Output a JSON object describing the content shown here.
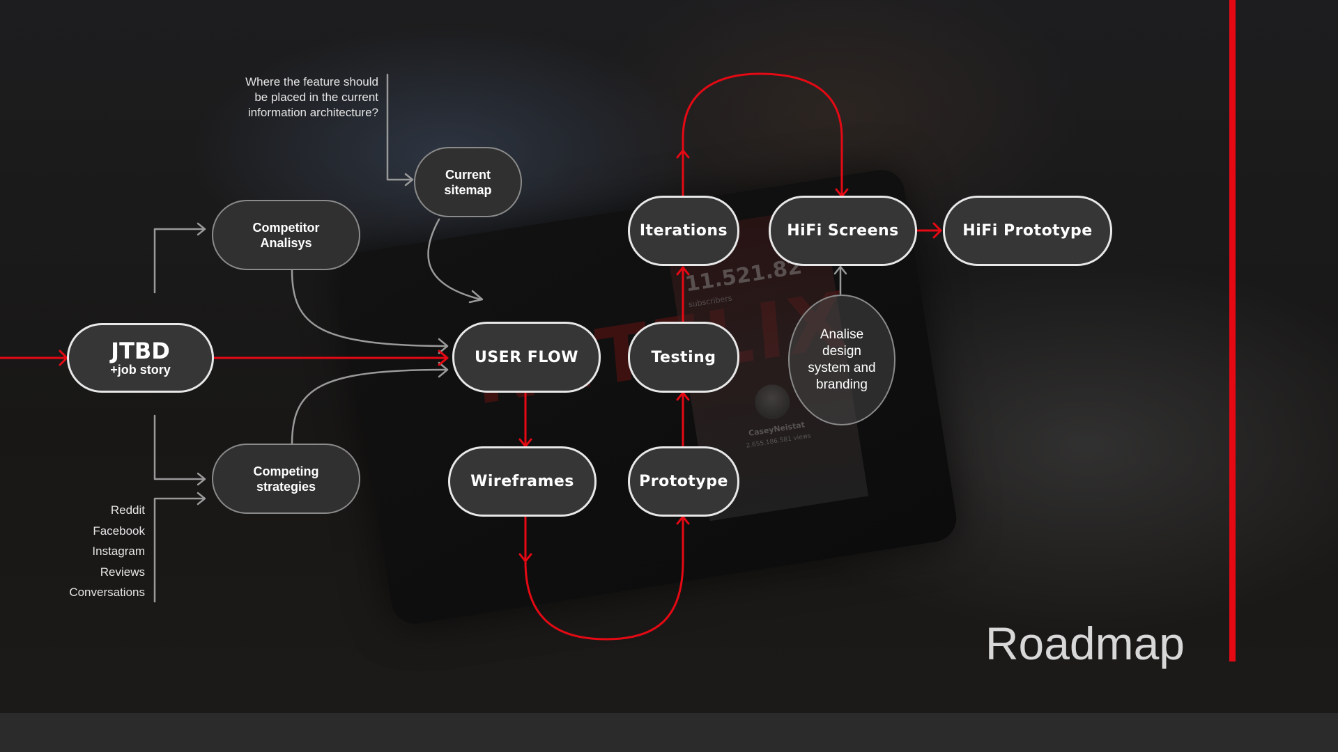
{
  "title": "Roadmap",
  "nodes": {
    "jtbd": {
      "title": "JTBD",
      "subtitle": "+job story"
    },
    "competitor": {
      "line1": "Competitor",
      "line2": "Analisys"
    },
    "competing": {
      "line1": "Competing",
      "line2": "strategies"
    },
    "sitemap": {
      "line1": "Current",
      "line2": "sitemap"
    },
    "user_flow": "USER FLOW",
    "wireframes": "Wireframes",
    "testing": "Testing",
    "prototype": "Prototype",
    "iterations": "Iterations",
    "hifi_screens": "HiFi Screens",
    "hifi_prototype": "HiFi Prototype",
    "analise": {
      "line1": "Analise",
      "line2": "design",
      "line3": "system and",
      "line4": "branding"
    }
  },
  "notes": {
    "sitemap_question": {
      "line1": "Where the feature should",
      "line2": "be placed in the current",
      "line3": "information architecture?"
    },
    "sources": [
      "Reddit",
      "Facebook",
      "Instagram",
      "Reviews",
      "Conversations"
    ]
  },
  "background": {
    "brand": "NETFLIX",
    "subscriber_count": "11.521.82",
    "subscriber_label": "subscribers",
    "profile_name": "CaseyNeistat",
    "profile_meta": "2.655.186.581 views"
  },
  "colors": {
    "accent_red": "#e50914",
    "line_gray": "#9a9a9a",
    "node_fill": "#363636",
    "node_border": "#e8e8e8",
    "bottom_bar": "#2b2b2b"
  }
}
